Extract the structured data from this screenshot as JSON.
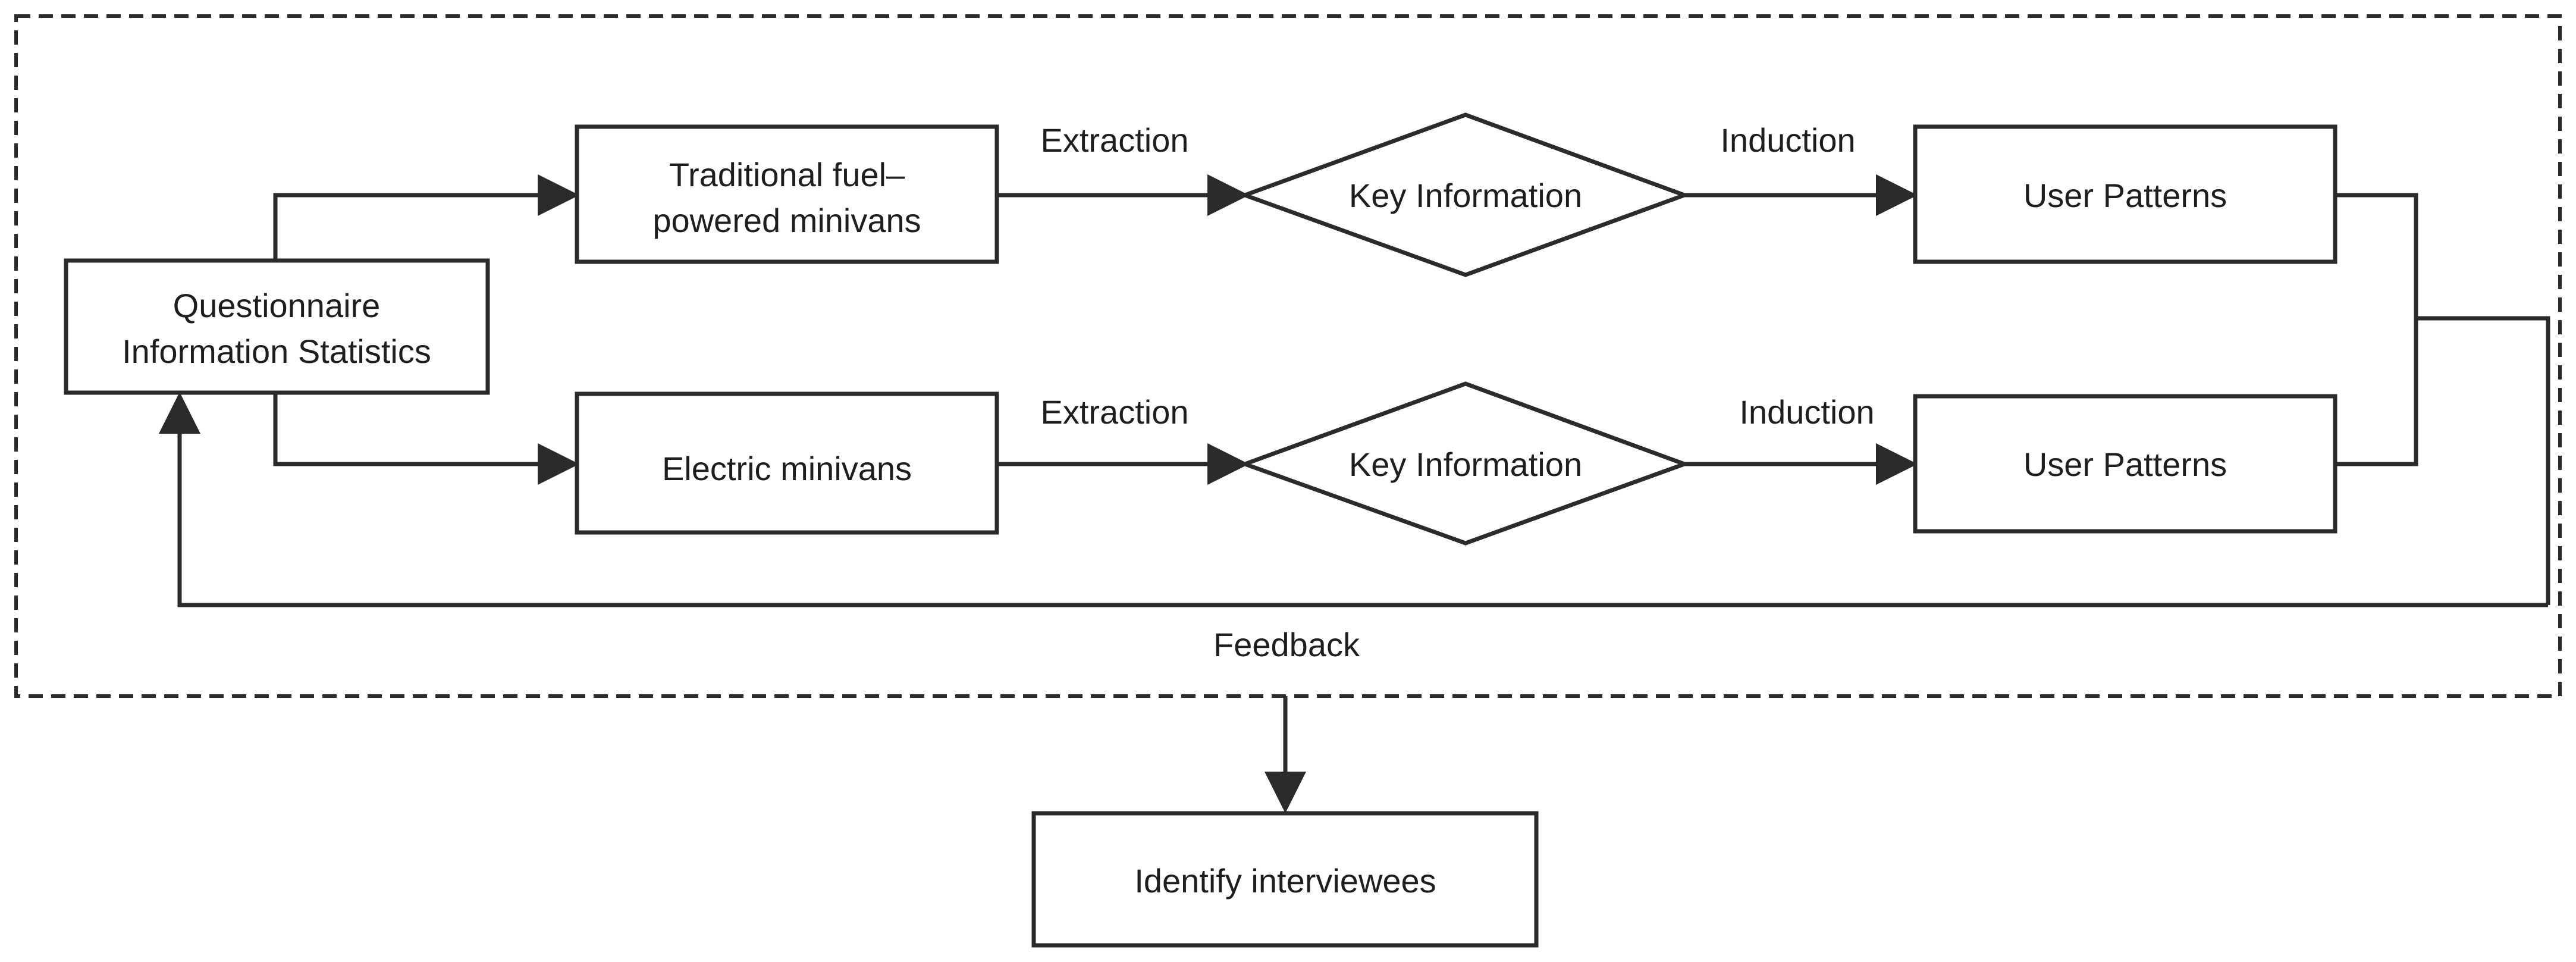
{
  "nodes": {
    "questionnaire": {
      "line1": "Questionnaire",
      "line2": "Information Statistics"
    },
    "traditional": {
      "line1": "Traditional fuel–",
      "line2": "powered minivans"
    },
    "electric": {
      "label": "Electric minivans"
    },
    "key_info_top": {
      "label": "Key Information"
    },
    "key_info_bottom": {
      "label": "Key Information"
    },
    "user_patterns_top": {
      "label": "User Patterns"
    },
    "user_patterns_bottom": {
      "label": "User Patterns"
    },
    "identify": {
      "label": "Identify interviewees"
    }
  },
  "edges": {
    "extraction_top": "Extraction",
    "extraction_bottom": "Extraction",
    "induction_top": "Induction",
    "induction_bottom": "Induction",
    "feedback": "Feedback"
  }
}
